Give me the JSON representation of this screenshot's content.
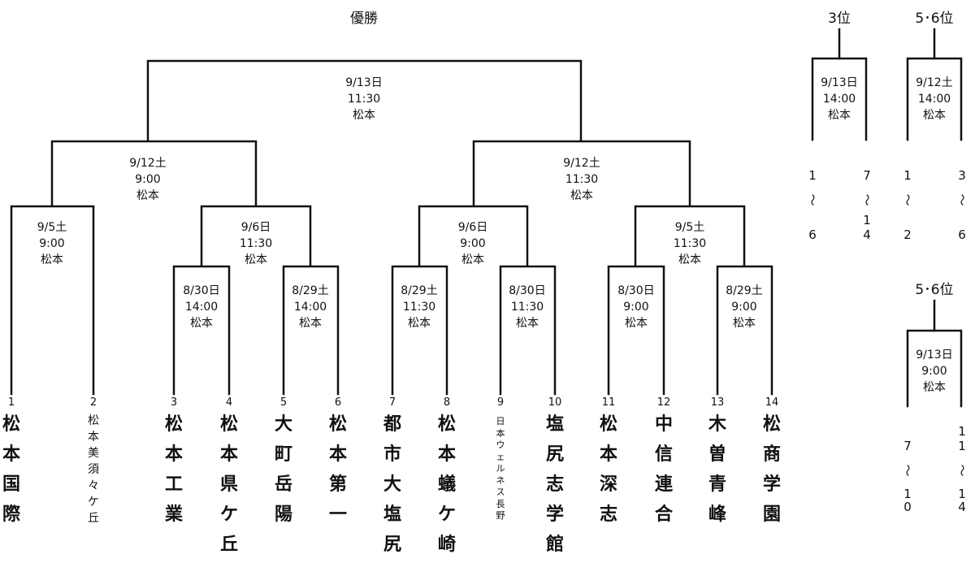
{
  "final": {
    "title": "優勝",
    "date": "9/13日",
    "time": "11:30",
    "venue": "松本"
  },
  "rounds": {
    "semi_left": {
      "date": "9/12土",
      "time": "9:00",
      "venue": "松本"
    },
    "semi_right": {
      "date": "9/12土",
      "time": "11:30",
      "venue": "松本"
    },
    "qf_1_2": {
      "date": "9/5土",
      "time": "9:00",
      "venue": "松本"
    },
    "qf_3_6": {
      "date": "9/6日",
      "time": "11:30",
      "venue": "松本"
    },
    "qf_7_10": {
      "date": "9/6日",
      "time": "9:00",
      "venue": "松本"
    },
    "qf_11_14": {
      "date": "9/5土",
      "time": "11:30",
      "venue": "松本"
    },
    "r1_3_4": {
      "date": "8/30日",
      "time": "14:00",
      "venue": "松本"
    },
    "r1_5_6": {
      "date": "8/29土",
      "time": "14:00",
      "venue": "松本"
    },
    "r1_7_8": {
      "date": "8/29土",
      "time": "11:30",
      "venue": "松本"
    },
    "r1_9_10": {
      "date": "8/30日",
      "time": "11:30",
      "venue": "松本"
    },
    "r1_11_12": {
      "date": "8/30日",
      "time": "9:00",
      "venue": "松本"
    },
    "r1_13_14": {
      "date": "8/29土",
      "time": "9:00",
      "venue": "松本"
    }
  },
  "teams": [
    {
      "seed": "1",
      "name": "松本国際"
    },
    {
      "seed": "2",
      "name": "松本美須々ケ丘"
    },
    {
      "seed": "3",
      "name": "松本工業"
    },
    {
      "seed": "4",
      "name": "松本県ケ丘"
    },
    {
      "seed": "5",
      "name": "大町岳陽"
    },
    {
      "seed": "6",
      "name": "松本第一"
    },
    {
      "seed": "7",
      "name": "都市大塩尻"
    },
    {
      "seed": "8",
      "name": "松本蟻ケ崎"
    },
    {
      "seed": "9",
      "name": "日本ウェルネス長野"
    },
    {
      "seed": "10",
      "name": "塩尻志学館"
    },
    {
      "seed": "11",
      "name": "松本深志"
    },
    {
      "seed": "12",
      "name": "中信連合"
    },
    {
      "seed": "13",
      "name": "木曽青峰"
    },
    {
      "seed": "14",
      "name": "松商学園"
    }
  ],
  "third_place": {
    "title": "3位",
    "date": "9/13日",
    "time": "14:00",
    "venue": "松本",
    "left": {
      "from": "1",
      "wave": "〜",
      "to": "6"
    },
    "right": {
      "from": "7",
      "wave": "〜",
      "to": "14"
    }
  },
  "fifth_place_a": {
    "title": "5･6位",
    "date": "9/12土",
    "time": "14:00",
    "venue": "松本",
    "left": {
      "from": "1",
      "wave": "〜",
      "to": "2"
    },
    "right": {
      "from": "3",
      "wave": "〜",
      "to": "6"
    }
  },
  "fifth_place_b": {
    "title": "5･6位",
    "date": "9/13日",
    "time": "9:00",
    "venue": "松本",
    "left": {
      "from": "7",
      "wave": "〜",
      "to": "10"
    },
    "right": {
      "from": "11",
      "wave": "〜",
      "to": "14"
    }
  }
}
